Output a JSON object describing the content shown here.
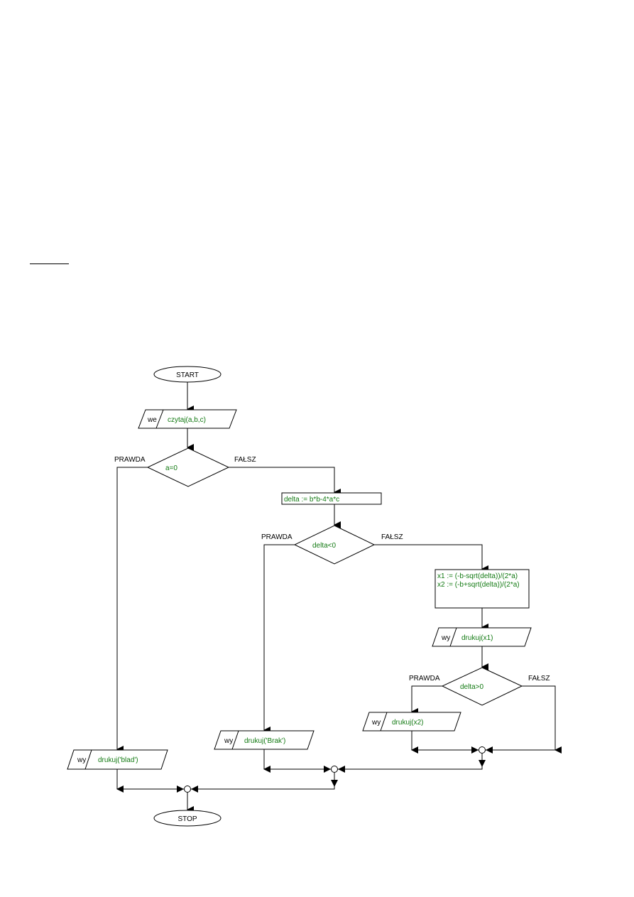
{
  "flowchart": {
    "start": "START",
    "stop": "STOP",
    "input": {
      "tag": "we",
      "text": "czytaj(a,b,c)"
    },
    "decision_a": {
      "condition": "a=0",
      "true_label": "PRAWDA",
      "false_label": "FAŁSZ"
    },
    "assign_delta": "delta := b*b-4*a*c",
    "decision_delta_neg": {
      "condition": "delta<0",
      "true_label": "PRAWDA",
      "false_label": "FAŁSZ"
    },
    "assign_roots": {
      "line1": "x1 := (-b-sqrt(delta))/(2*a)",
      "line2": "x2 := (-b+sqrt(delta))/(2*a)"
    },
    "output_x1": {
      "tag": "wy",
      "text": "drukuj(x1)"
    },
    "decision_delta_pos": {
      "condition": "delta>0",
      "true_label": "PRAWDA",
      "false_label": "FAŁSZ"
    },
    "output_x2": {
      "tag": "wy",
      "text": "drukuj(x2)"
    },
    "output_brak": {
      "tag": "wy",
      "text": "drukuj('Brak')"
    },
    "output_blad": {
      "tag": "wy",
      "text": "drukuj('blad')"
    }
  },
  "colors": {
    "code_text": "#137a13",
    "line": "#000000"
  }
}
